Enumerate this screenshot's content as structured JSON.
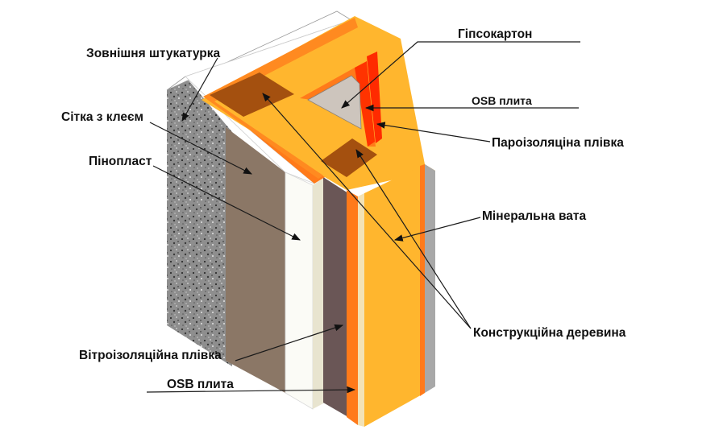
{
  "labels": {
    "exterior_plaster": "Зовнішня штукатурка",
    "mesh_glue": "Сітка з клеєм",
    "foam": "Пінопласт",
    "wind_film": "Вітроізоляційна плівка",
    "osb_outer": "OSB плита",
    "drywall": "Гіпсокартон",
    "osb_inner": "OSB плита",
    "vapor_film": "Пароізоляціна плівка",
    "mineral_wool": "Мінеральна вата",
    "timber": "Конструкційна деревина"
  },
  "colors": {
    "plaster": "#8e8e8e",
    "mesh_glue": "#8b7766",
    "foam": "#fbfbf6",
    "foam_side": "#e8e4cf",
    "wind_film": "#6a5656",
    "osb": "#ff7a1a",
    "mineral_wool": "#ffb62e",
    "timber": "#a4500f",
    "vapor": "#ff2a00",
    "drywall": "#cdc5bd"
  }
}
